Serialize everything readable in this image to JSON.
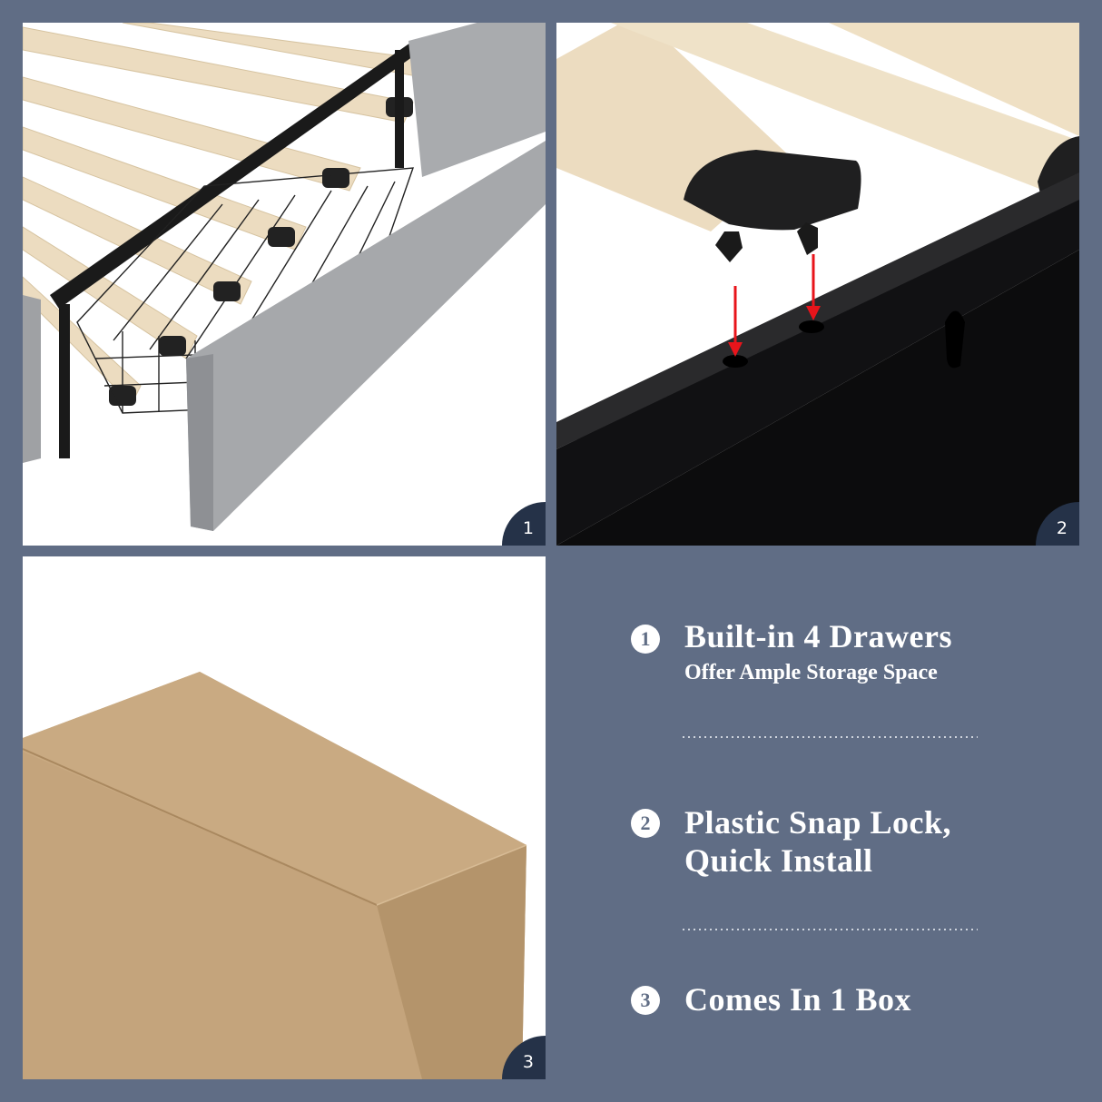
{
  "colors": {
    "background": "#606d85",
    "badge": "#253248",
    "text": "#ffffff",
    "divider": "#e9edf3",
    "arrow": "#e8141b",
    "cardboard": "#c4a47c",
    "fabric": "#a6a8ab",
    "wood": "#ecdcc0",
    "metal": "#1c1c1e"
  },
  "panels": [
    {
      "badge": "1",
      "image": "bed-frame-with-drawers-photo",
      "alt": "Bed frame with wooden slats, metal frame, and wire basket drawers with grey upholstered fronts"
    },
    {
      "badge": "2",
      "image": "plastic-snap-lock-photo",
      "alt": "Black plastic slat end cap with two pegs and red arrows pointing to holes in black metal rail"
    },
    {
      "badge": "3",
      "image": "cardboard-box-photo",
      "alt": "Closed brown cardboard shipping box"
    }
  ],
  "features": [
    {
      "number": "1",
      "title": "Built-in 4 Drawers",
      "subtitle": "Offer Ample Storage Space"
    },
    {
      "number": "2",
      "title_line1": "Plastic Snap Lock,",
      "title_line2": "Quick Install"
    },
    {
      "number": "3",
      "title": "Comes In 1 Box"
    }
  ]
}
